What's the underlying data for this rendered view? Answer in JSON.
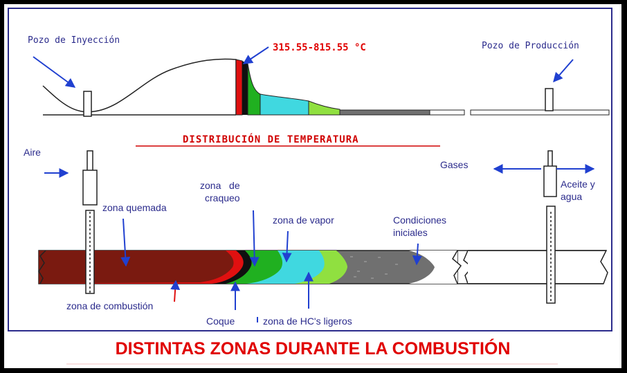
{
  "labels": {
    "injection_well": "Pozo de Inyección",
    "temperature_range": "315.55-815.55 °C",
    "production_well": "Pozo de Producción",
    "temperature_distribution": "DISTRIBUCIÓN DE TEMPERATURA",
    "air": "Aire",
    "gases": "Gases",
    "oil_water_line1": "Aceite y",
    "oil_water_line2": "agua",
    "cracking_zone_line1": "zona   de",
    "cracking_zone_line2": "craqueo",
    "burned_zone": "zona quemada",
    "vapor_zone": "zona de vapor",
    "initial_conditions_line1": "Condiciones",
    "initial_conditions_line2": "iniciales",
    "combustion_zone": "zona de combustión",
    "coke": "Coque",
    "light_hc_zone": "zona de HC's ligeros",
    "main_title": "DISTINTAS ZONAS DURANTE LA COMBUSTIÓN"
  },
  "colors": {
    "burned": "#7a1a10",
    "combustion": "#e01010",
    "coke": "#101010",
    "cracking": "#20b020",
    "vapor": "#40d8e0",
    "light_hc": "#90e040",
    "initial": "#707070",
    "arrow": "#2040d0",
    "title": "#e00000"
  }
}
